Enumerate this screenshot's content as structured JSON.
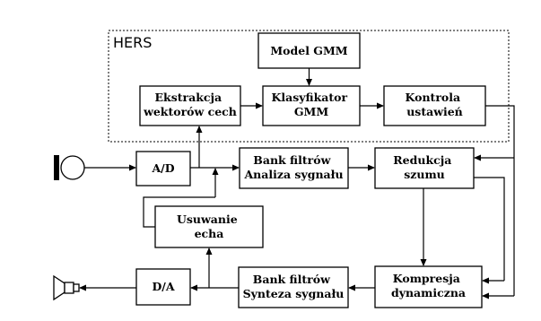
{
  "region": {
    "label": "HERS"
  },
  "blocks": {
    "model_gmm": [
      "Model GMM"
    ],
    "ekstrakcja": [
      "Ekstrakcja",
      "wektorów cech"
    ],
    "klasyfikator": [
      "Klasyfikator",
      "GMM"
    ],
    "kontrola": [
      "Kontrola",
      "ustawień"
    ],
    "ad": [
      "A/D"
    ],
    "bank_analiza": [
      "Bank filtrów",
      "Analiza sygnału"
    ],
    "redukcja": [
      "Redukcja",
      "szumu"
    ],
    "usuwanie": [
      "Usuwanie",
      "echa"
    ],
    "da": [
      "D/A"
    ],
    "bank_synteza": [
      "Bank filtrów",
      "Synteza sygnału"
    ],
    "kompresja": [
      "Kompresja",
      "dynamiczna"
    ]
  },
  "icons": {
    "input": "microphone-icon",
    "output": "speaker-icon"
  }
}
